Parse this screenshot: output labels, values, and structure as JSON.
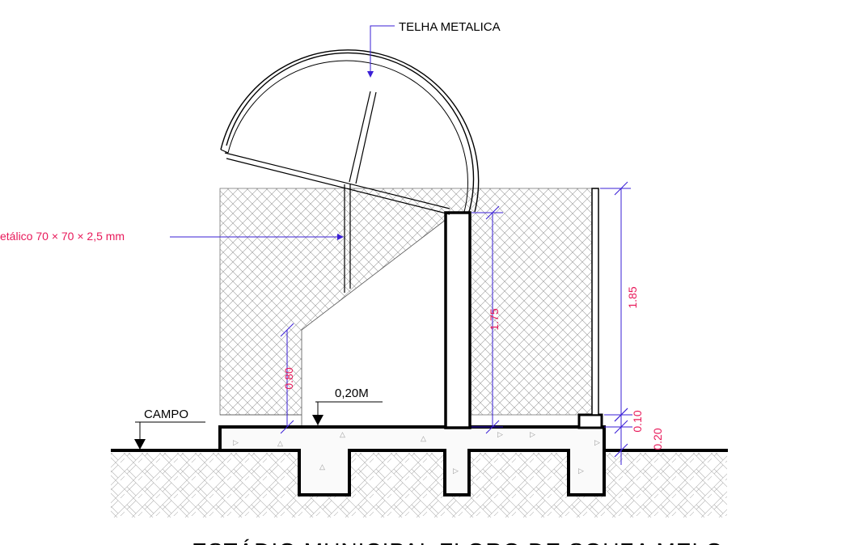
{
  "labels": {
    "roof": "TELHA METALICA",
    "tube": "etálico 70 × 70 × 2,5 mm",
    "field": "CAMPO",
    "slab_level": "0,20M"
  },
  "dimensions": {
    "fence_height": "1.85",
    "wall_height": "1.75",
    "low_wall": "0.80",
    "curb": "0.10",
    "slab": "0.20"
  },
  "title": "ESTÁDIO MUNICIPAL FLORO DE SOUZA MELO",
  "colors": {
    "line": "#000000",
    "dimension": "#3a1fd6",
    "dimension_text": "#e8195a",
    "hatch": "#9a9a9a"
  }
}
